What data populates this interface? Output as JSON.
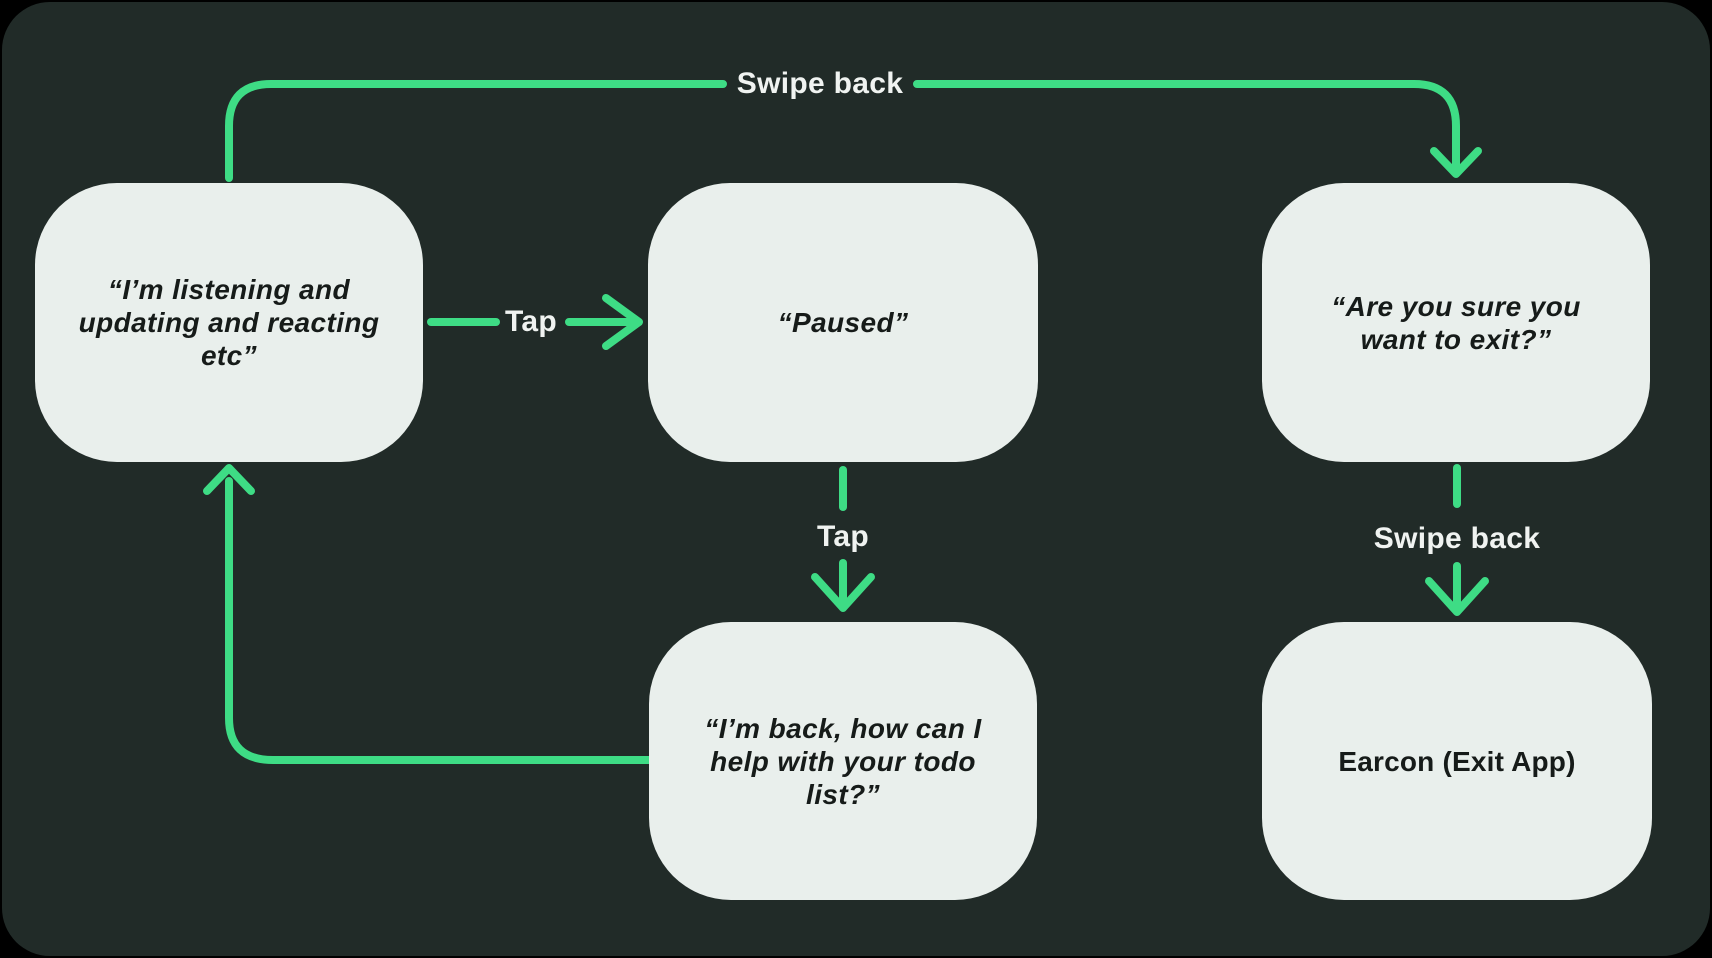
{
  "diagram": {
    "colors": {
      "frame": "#000000",
      "background": "#212b28",
      "accent": "#3edc85",
      "node_fill": "#e9efec",
      "node_text": "#161b19",
      "label_text": "#f0f3f1"
    },
    "nodes": [
      {
        "id": "listening",
        "text": "“I’m listening and\nupdating and reacting\netc”"
      },
      {
        "id": "paused",
        "text": "“Paused”"
      },
      {
        "id": "exit-confirm",
        "text": "“Are you sure you\nwant to exit?”"
      },
      {
        "id": "back-help",
        "text": "“I’m back, how can I\nhelp with your todo\nlist?”"
      },
      {
        "id": "earcon-exit",
        "text": "Earcon (Exit App)"
      }
    ],
    "labels": {
      "swipe_back_top": "Swipe back",
      "tap_right": "Tap",
      "tap_down": "Tap",
      "swipe_back_down": "Swipe back"
    }
  }
}
